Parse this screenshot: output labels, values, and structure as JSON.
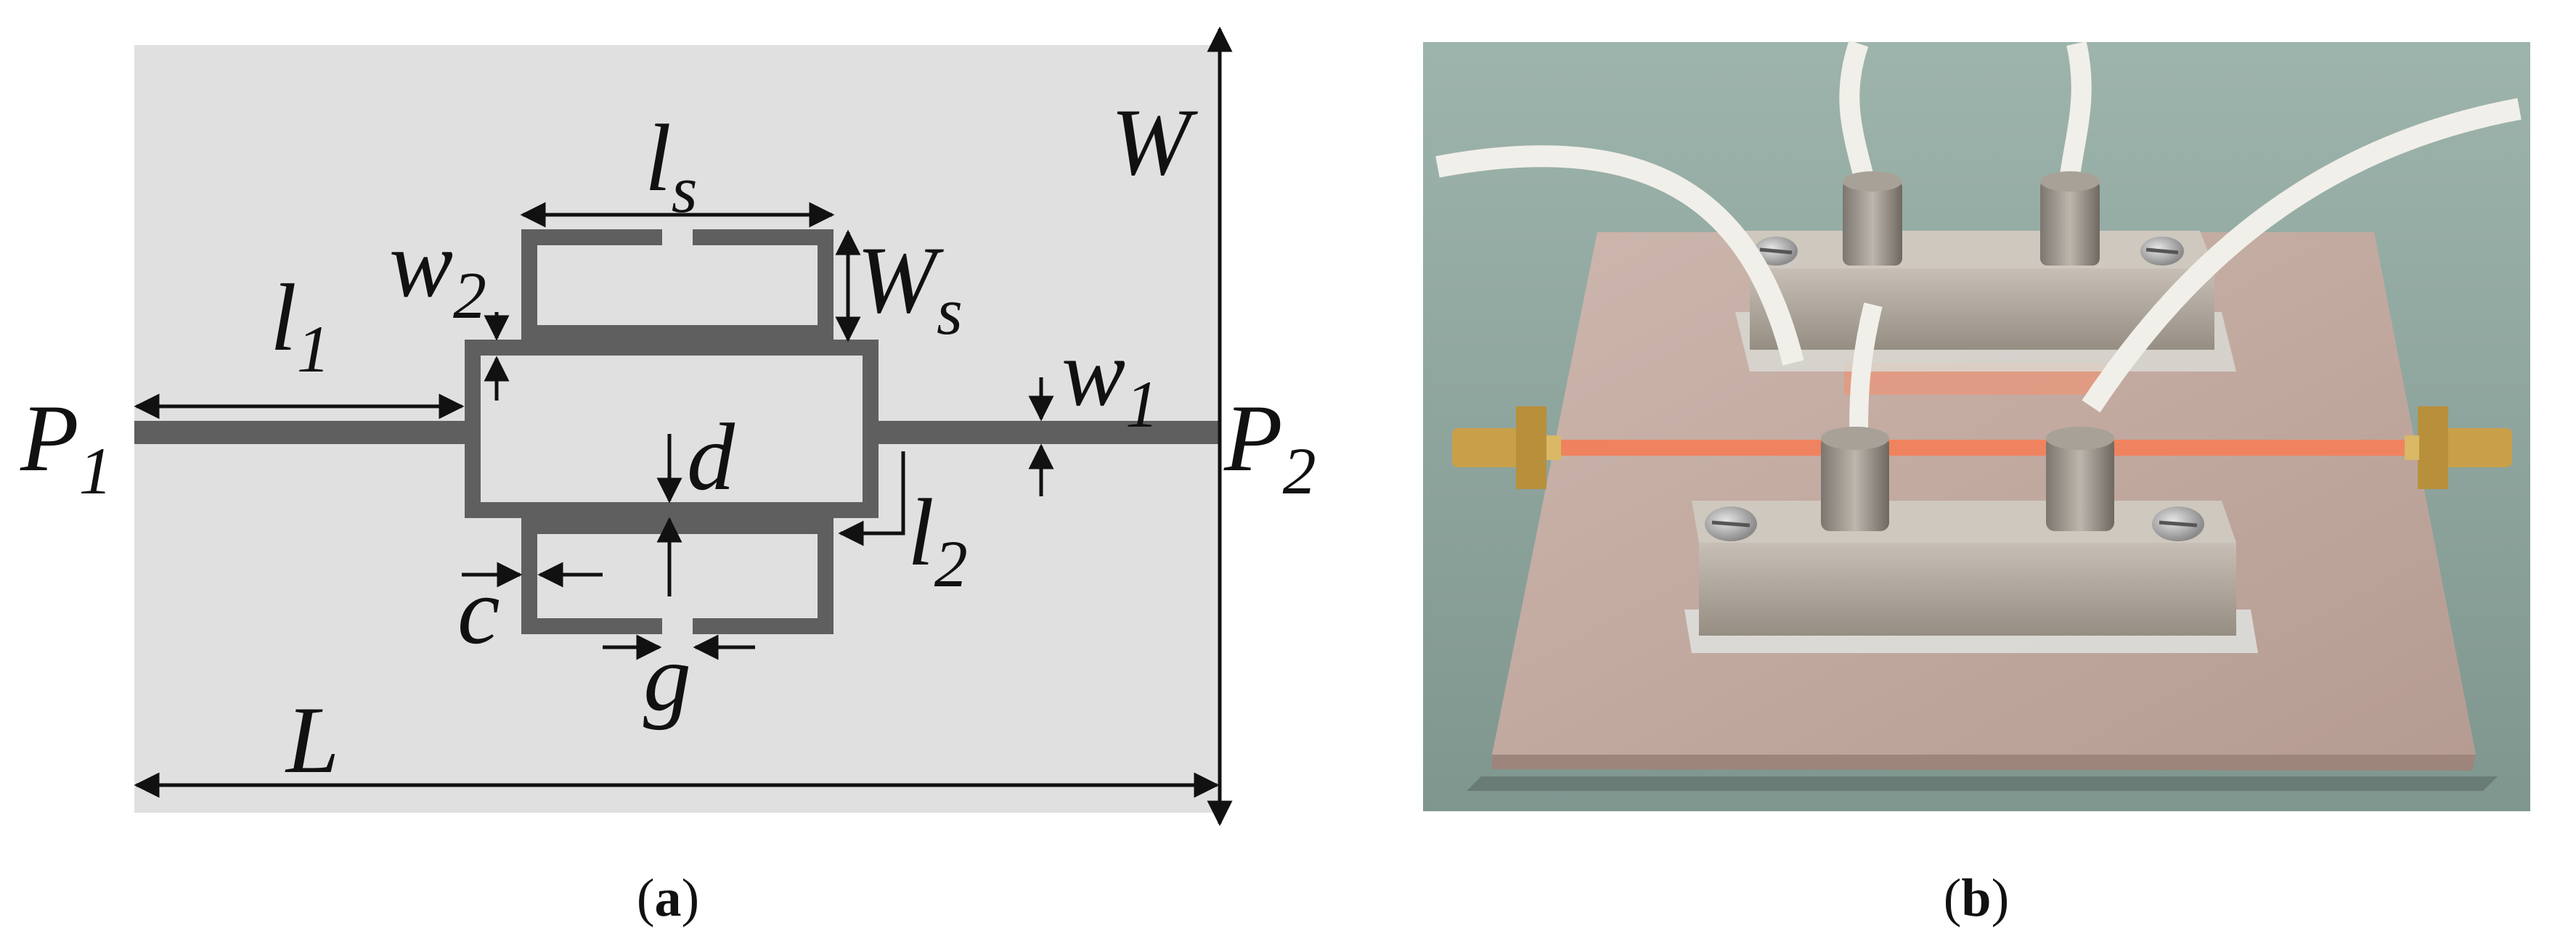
{
  "panel_a": {
    "caption_open": "(",
    "caption_letter": "a",
    "caption_close": ")",
    "labels": {
      "ls": {
        "main": "l",
        "sub": "s"
      },
      "W": {
        "main": "W",
        "sub": ""
      },
      "w2": {
        "main": "w",
        "sub": "2"
      },
      "Ws": {
        "main": "W",
        "sub": "s"
      },
      "l1": {
        "main": "l",
        "sub": "1"
      },
      "w1": {
        "main": "w",
        "sub": "1"
      },
      "P1": {
        "main": "P",
        "sub": "1"
      },
      "P2": {
        "main": "P",
        "sub": "2"
      },
      "d": {
        "main": "d",
        "sub": ""
      },
      "l2": {
        "main": "l",
        "sub": "2"
      },
      "c": {
        "main": "c",
        "sub": ""
      },
      "g": {
        "main": "g",
        "sub": ""
      },
      "L": {
        "main": "L",
        "sub": ""
      }
    },
    "colors": {
      "substrate": "#e0e0e0",
      "conductor": "#5f5f5f",
      "annotation": "#111111"
    }
  },
  "panel_b": {
    "caption_open": "(",
    "caption_letter": "b",
    "caption_close": ")",
    "colors": {
      "background": "#8fa8a0",
      "board": "#c2aaa1",
      "copper_trace": "#f0835f",
      "holder": "#b3aaa0",
      "connector": "#c9a04a",
      "tube": "#f1efe9"
    }
  }
}
